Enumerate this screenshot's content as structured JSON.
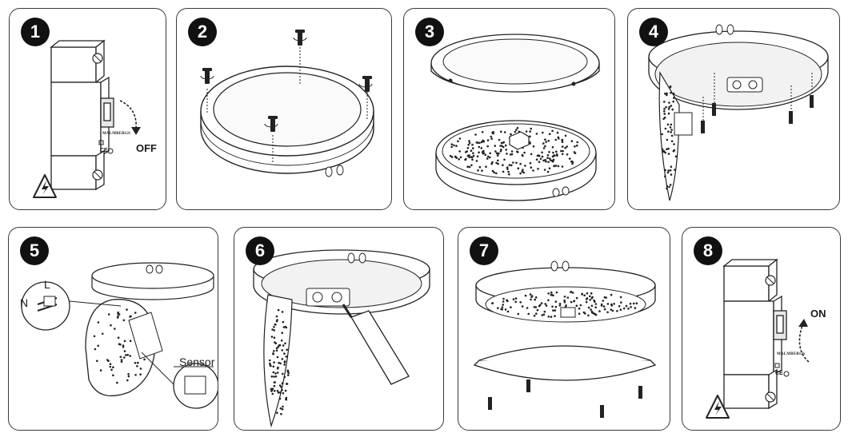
{
  "steps": [
    {
      "number": "1",
      "labels": {
        "switch": "OFF",
        "brand": "MALMBERGS",
        "mark": "CE"
      },
      "icons": [
        "circuit-breaker-icon",
        "electric-hazard-icon"
      ]
    },
    {
      "number": "2",
      "icons": [
        "luminaire-icon",
        "screw-icon"
      ]
    },
    {
      "number": "3",
      "icons": [
        "diffuser-icon",
        "led-board-icon"
      ]
    },
    {
      "number": "4",
      "icons": [
        "luminaire-base-icon",
        "screw-icon"
      ]
    },
    {
      "number": "5",
      "labels": {
        "neutral": "N",
        "live": "L",
        "sensor": "Sensor"
      },
      "icons": [
        "terminal-block-icon",
        "sensor-icon"
      ]
    },
    {
      "number": "6",
      "icons": [
        "cable-gland-icon",
        "screwdriver-icon"
      ]
    },
    {
      "number": "7",
      "icons": [
        "diffuser-icon",
        "screw-icon"
      ]
    },
    {
      "number": "8",
      "labels": {
        "switch": "ON",
        "brand": "MALMBERGS",
        "mark": "CE"
      },
      "icons": [
        "circuit-breaker-icon",
        "electric-hazard-icon"
      ]
    }
  ]
}
